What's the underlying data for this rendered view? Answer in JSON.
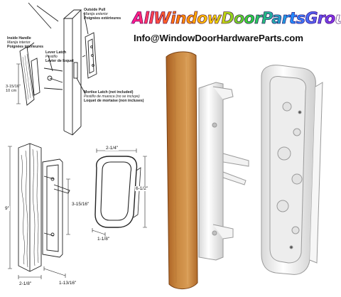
{
  "brand": {
    "name": "AllWindowDoorPartsGroup",
    "email": "Info@WindowDoorHardwareParts.com"
  },
  "callouts": {
    "inside_handle": [
      "Inside Handle",
      "Manija interior",
      "Poignées intérieures"
    ],
    "outside_pull": [
      "Outside Pull",
      "Manija exterior",
      "Poignées extérieures"
    ],
    "lever_latch": [
      "Lever Latch",
      "Pestillo",
      "Levier de loquet"
    ],
    "mortise_latch": [
      "Mortise Latch (not included)",
      "Pestillo de muesca (no se incluye)",
      "Loquet de mortaise (non incluses)"
    ]
  },
  "dimensions": {
    "handle_centers": "3-15/16\"",
    "handle_centers_cm": "10 cm",
    "overall_height": "9\"",
    "side_centers": "3-15/16\"",
    "base_width": "2-1/8\"",
    "depth": "1-13/16\"",
    "pull_width": "2-1/4\"",
    "pull_height": "6-1/2\"",
    "pull_depth": "1-1/8\""
  }
}
